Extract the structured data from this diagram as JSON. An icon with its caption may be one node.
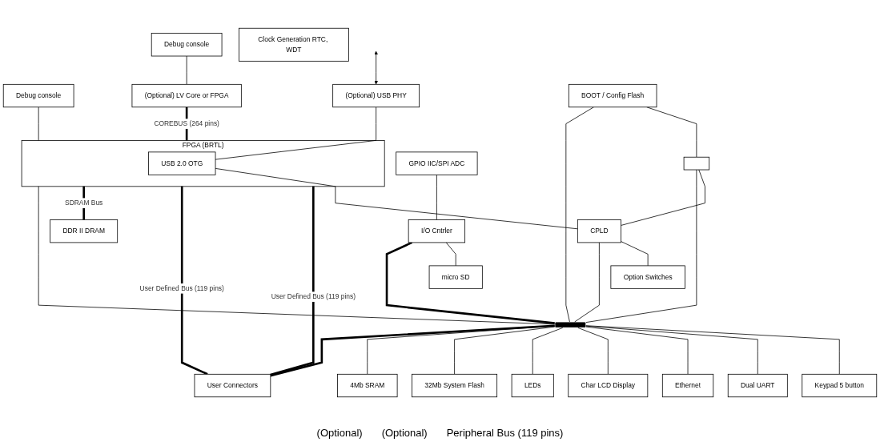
{
  "diagram": {
    "nodes": [
      {
        "text": [
          "Debug console"
        ]
      },
      {
        "text": [
          "Clock Generation RTC, WDT"
        ]
      },
      {
        "text": [
          "Debug console"
        ]
      },
      {
        "text": [
          "(Optional) LV Core or FPGA"
        ]
      },
      {
        "text": [
          "FPGA (BRTL)"
        ]
      },
      {
        "text": [
          "USB 2.0 OTG"
        ],
        "in": 4
      },
      {
        "text": [
          "(Optional) USB PHY"
        ]
      },
      {
        "text": [
          "User Connectors"
        ]
      },
      {
        "text": [
          "GPIO IIC/SPI ADC"
        ]
      },
      {
        "text": [
          "I/O Cntrler"
        ]
      },
      {
        "text": [
          "micro SD"
        ]
      },
      {
        "text": [
          "BOOT / Config Flash"
        ]
      },
      {
        "text": [],
        "shape": "box"
      },
      {
        "text": [
          "CPLD"
        ]
      },
      {
        "text": [
          "Option Switches"
        ]
      },
      {
        "text": [
          "Keypad 5 button"
        ]
      },
      {
        "text": [
          "Dual UART"
        ]
      },
      {
        "text": [
          "Ethernet"
        ]
      },
      {
        "text": [
          "Char LCD Display"
        ]
      },
      {
        "text": [
          "LEDs"
        ]
      },
      {
        "text": [
          "32Mb System Flash"
        ]
      },
      {
        "text": [
          "4Mb SRAM"
        ]
      },
      {
        "text": [
          "DDR II DRAM"
        ]
      },
      {
        "text": [],
        "shape": "bar"
      }
    ],
    "edges": [
      {
        "from": 0,
        "to": 3,
        "arrow": "none"
      },
      {
        "from": 2,
        "to": 4,
        "arrow": "none"
      },
      {
        "from": 3,
        "to": 4,
        "arrow": "none",
        "label": "COREBUS (264 pins)",
        "style": "thick"
      },
      {
        "from": null,
        "to": 6,
        "arrow": "both"
      },
      {
        "from": 6,
        "to": 5,
        "arrow": "none"
      },
      {
        "from": 4,
        "to": 7,
        "arrow": "none",
        "label": "User Defined Bus (119 pins)",
        "style": "thick"
      },
      {
        "from": 4,
        "to": 7,
        "arrow": "none",
        "label": "User Defined Bus (119 pins)",
        "style": "thick"
      },
      {
        "from": 4,
        "to": 22,
        "arrow": "none",
        "label": "SDRAM Bus",
        "style": "thick"
      },
      {
        "from": 5,
        "to": 13,
        "arrow": "none"
      },
      {
        "from": 11,
        "to": 12,
        "arrow": "none"
      },
      {
        "from": 12,
        "to": 13,
        "arrow": "none"
      },
      {
        "from": 13,
        "to": 14,
        "arrow": "none"
      },
      {
        "from": 8,
        "to": 9,
        "arrow": "none"
      },
      {
        "from": 9,
        "to": 10,
        "arrow": "none"
      },
      {
        "from": 9,
        "to": 23,
        "arrow": "none",
        "style": "thick"
      },
      {
        "from": 4,
        "to": 23,
        "arrow": "none"
      },
      {
        "from": 11,
        "to": 23,
        "arrow": "none"
      },
      {
        "from": 12,
        "to": 23,
        "arrow": "none"
      },
      {
        "from": 13,
        "to": 23,
        "arrow": "none"
      },
      {
        "from": 23,
        "to": 15,
        "arrow": "none"
      },
      {
        "from": 23,
        "to": 16,
        "arrow": "none"
      },
      {
        "from": 23,
        "to": 17,
        "arrow": "none"
      },
      {
        "from": 23,
        "to": 18,
        "arrow": "none"
      },
      {
        "from": 23,
        "to": 19,
        "arrow": "none"
      },
      {
        "from": 23,
        "to": 20,
        "arrow": "none"
      },
      {
        "from": 23,
        "to": 21,
        "arrow": "none"
      },
      {
        "from": 23,
        "to": 7,
        "arrow": "none",
        "style": "thick"
      }
    ],
    "labels": [
      "(Optional)",
      "(Optional)",
      "Peripheral Bus (119 pins)"
    ]
  }
}
